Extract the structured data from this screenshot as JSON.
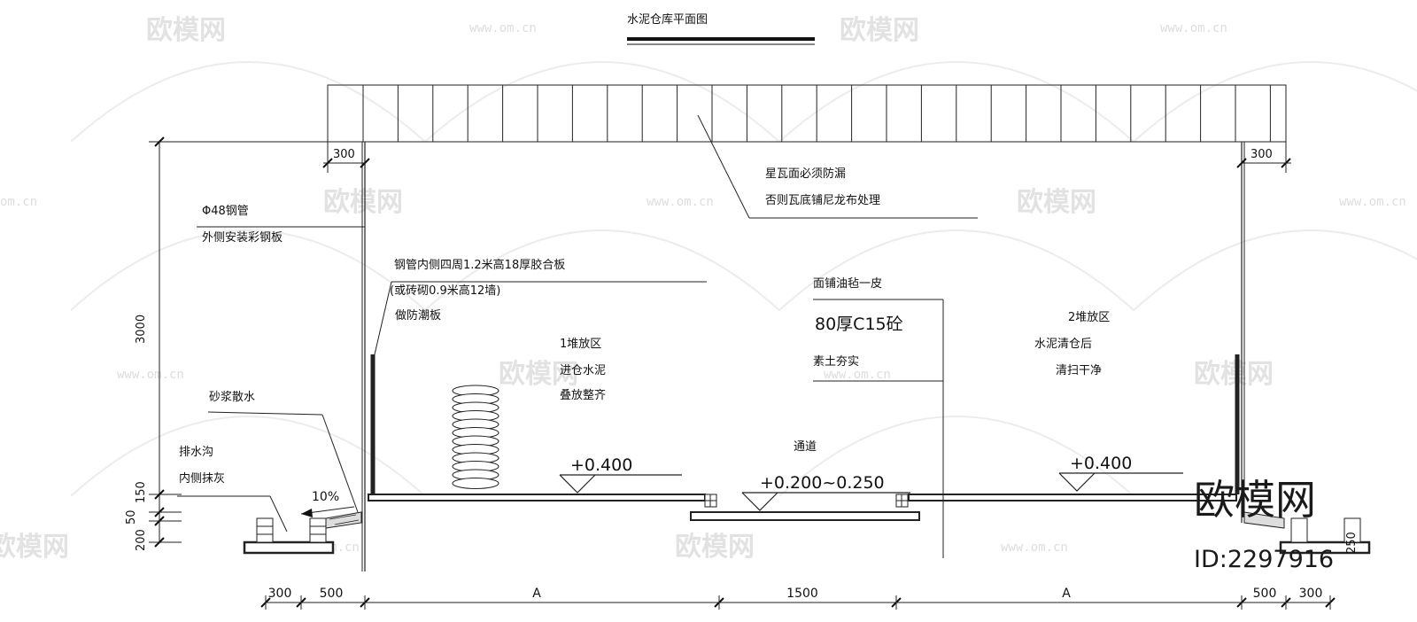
{
  "drawing": {
    "title": "水泥仓库平面图",
    "notes": {
      "roof_1": "星瓦面必须防漏",
      "roof_2": "否则瓦底铺尼龙布处理",
      "pipe_1": "Φ48钢管",
      "pipe_2": "外侧安装彩钢板",
      "board_1": "钢管内侧四周1.2米高18厚胶合板",
      "board_2": "(或砖砌0.9米高12墙)",
      "board_3": "做防潮板",
      "zone1_1": "1堆放区",
      "zone1_2": "进仓水泥",
      "zone1_3": "叠放整齐",
      "floor_1": "面铺油毡一皮",
      "floor_2": "80厚C15砼",
      "floor_3": "素土夯实",
      "zone2_1": "2堆放区",
      "zone2_2": "水泥清仓后",
      "zone2_3": "清扫干净",
      "mortar": "砂浆散水",
      "drain_1": "排水沟",
      "drain_2": "内侧抹灰",
      "slope": "10%",
      "aisle": "通道",
      "elev_left": "+0.400",
      "elev_mid": "+0.200~0.250",
      "elev_right": "+0.400"
    },
    "dimensions": {
      "overhang_left": "300",
      "overhang_right": "300",
      "height": "3000",
      "d150": "150",
      "d50": "50",
      "d200": "200",
      "d250": "250",
      "bottom": [
        "300",
        "500",
        "A",
        "1500",
        "A",
        "500",
        "300"
      ]
    },
    "watermark": {
      "brand": "欧模网",
      "url": "www.om.cn",
      "url_short": "om.cn",
      "id": "ID:2297916"
    }
  }
}
